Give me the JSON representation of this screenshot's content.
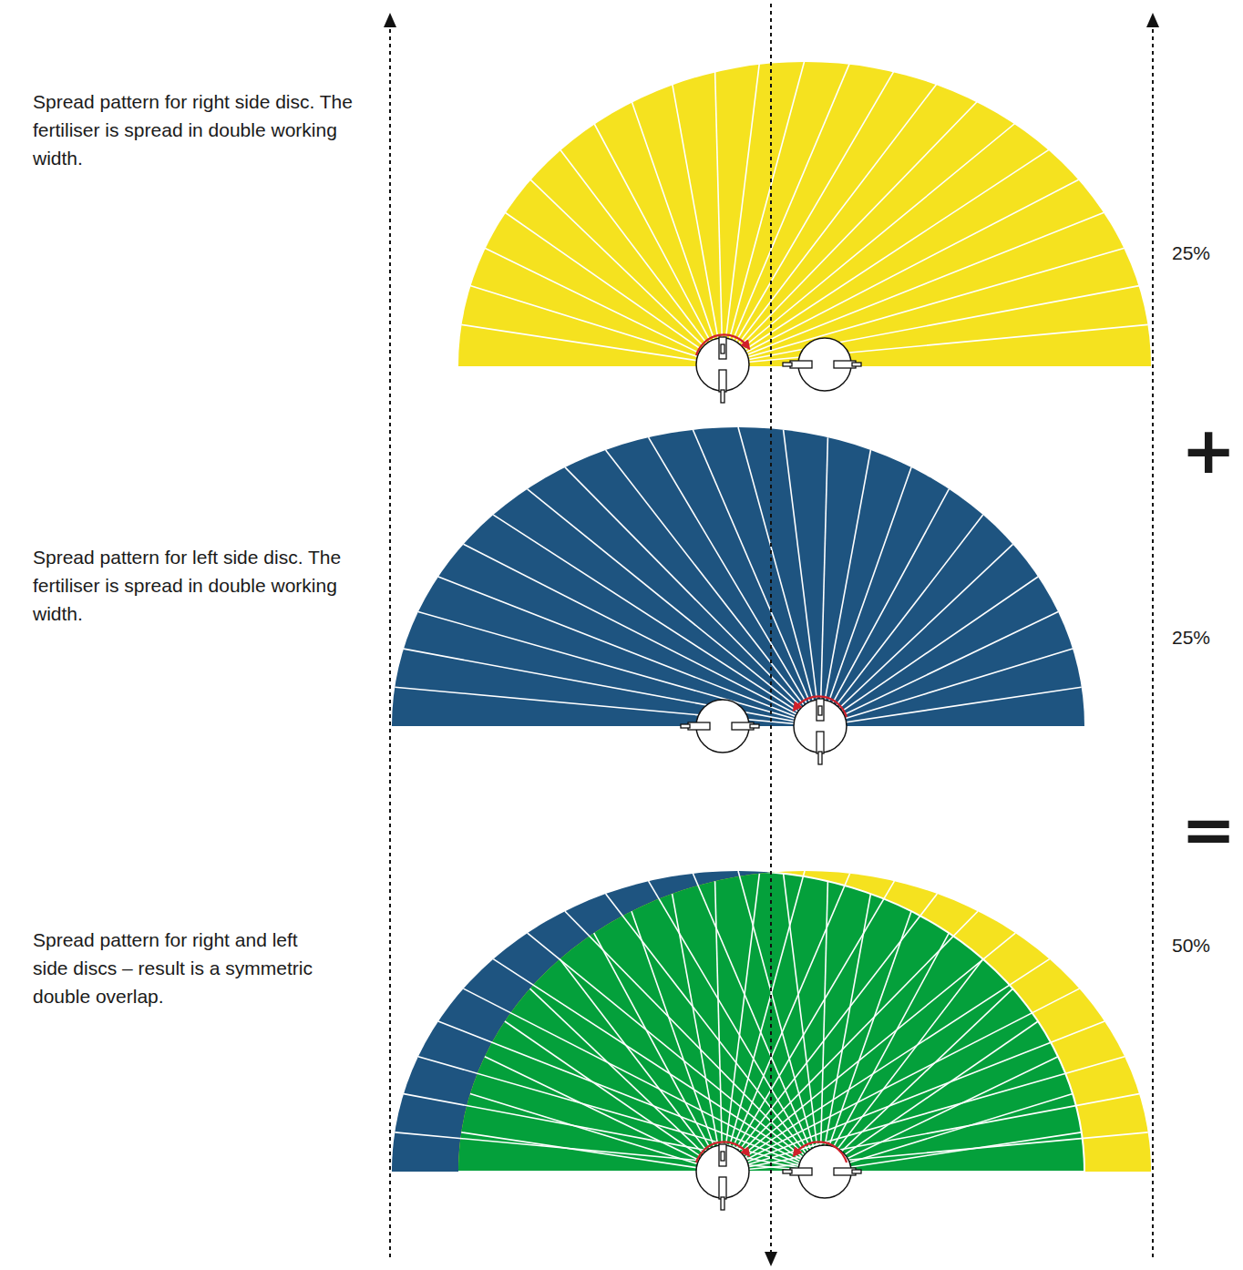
{
  "diagram": {
    "labels": [
      "Spread pattern for right side disc. The fertiliser is spread in double working width.",
      "25%",
      "+",
      "Spread pattern for left side disc. The fertiliser is spread in double working width.",
      "25%",
      "=",
      "Spread pattern for right and left side discs – result is a symmetric double overlap.",
      "50%"
    ]
  }
}
